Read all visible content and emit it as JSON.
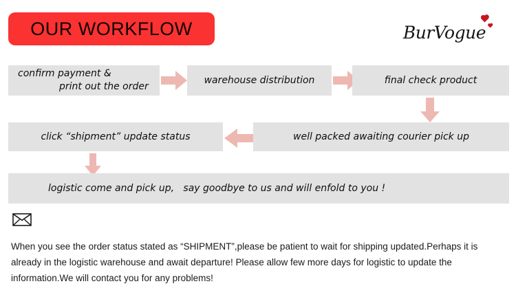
{
  "header": {
    "title": "OUR WORKFLOW",
    "banner_color": "#fa3232",
    "brand": "BurVogue",
    "brand_heart_color": "#c5171e"
  },
  "theme": {
    "box_fill": "#e2e2e2",
    "arrow_fill": "#eeb8b2",
    "text_color": "#0d0d0d",
    "page_background": "#ffffff"
  },
  "workflow": {
    "steps": [
      {
        "id": "confirm-payment",
        "line_1": "confirm payment &",
        "line_2": "print out the order"
      },
      {
        "id": "warehouse-distribution",
        "label": "warehouse distribution"
      },
      {
        "id": "final-check-product",
        "label": "final check product"
      },
      {
        "id": "well-packed-awaiting-courier",
        "label": "well packed awaiting courier pick up"
      },
      {
        "id": "click-shipment-update-status",
        "label": "click “shipment” update status"
      },
      {
        "id": "logistic-pick-up",
        "label": "logistic come and pick up,   say goodbye to us and will enfold to you !"
      }
    ],
    "arrows": [
      {
        "id": "confirm-to-warehouse",
        "direction": "right"
      },
      {
        "id": "warehouse-to-final",
        "direction": "right"
      },
      {
        "id": "final-to-packed",
        "direction": "down"
      },
      {
        "id": "packed-to-click",
        "direction": "left"
      },
      {
        "id": "click-to-logistic",
        "direction": "down"
      }
    ]
  },
  "footer": {
    "icon": "envelope-icon",
    "note": "When you see the order status stated as “SHIPMENT”,please be patient to wait for shipping updated.Perhaps it is already in the logistic warehouse and await departure! Please allow few more days for logistic to update the information.We will contact you for any problems!"
  }
}
